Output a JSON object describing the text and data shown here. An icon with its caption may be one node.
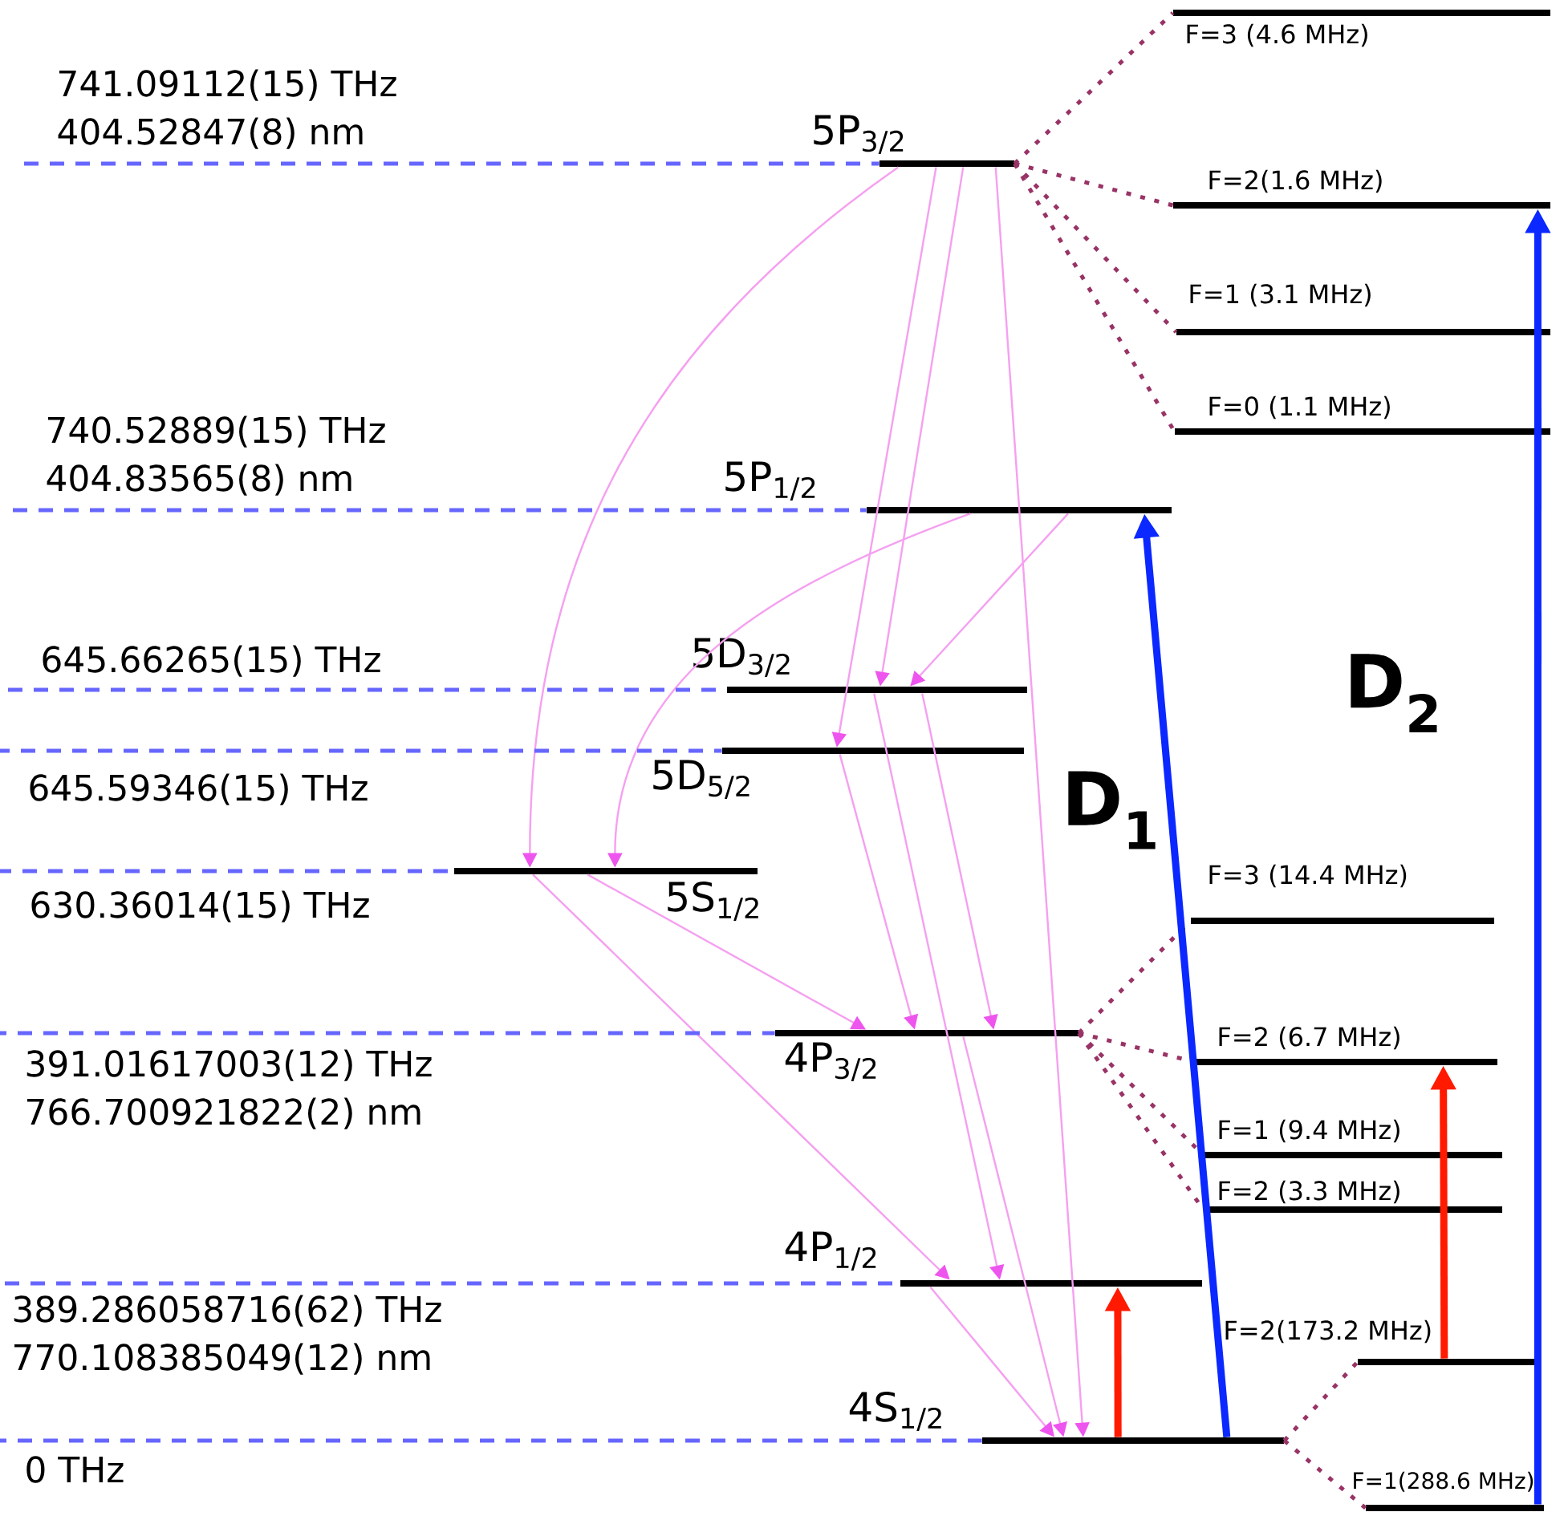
{
  "diagram": {
    "nodes": [
      {
        "text": [
          "5P$_{3/2}$"
        ]
      },
      {
        "text": [
          "5P$_{1/2}$"
        ]
      },
      {
        "text": [
          "5D$_{3/2}$"
        ]
      },
      {
        "text": [
          "5D$_{5/2}$"
        ]
      },
      {
        "text": [
          "5S$_{1/2}$"
        ]
      },
      {
        "text": [
          "4P$_{3/2}$"
        ]
      },
      {
        "text": [
          "4P$_{1/2}$"
        ]
      },
      {
        "text": [
          "4S$_{1/2}$"
        ]
      },
      {
        "text": [
          "F=3 (4.6 MHz)"
        ]
      },
      {
        "text": [
          "F=2(1.6 MHz)"
        ]
      },
      {
        "text": [
          "F=1 (3.1 MHz)"
        ]
      },
      {
        "text": [
          "F=0 (1.1 MHz)"
        ]
      },
      {
        "text": [
          "F=3 (14.4 MHz)"
        ]
      },
      {
        "text": [
          "F=2 (6.7 MHz)"
        ]
      },
      {
        "text": [
          "F=1 (9.4 MHz)"
        ]
      },
      {
        "text": [
          "F=2 (3.3 MHz)"
        ]
      },
      {
        "text": [
          "F=2(173.2 MHz)"
        ]
      },
      {
        "text": [
          "F=1(288.6 MHz)"
        ]
      },
      {
        "text": [
          "741.09112(15) THz",
          "404.52847(8) nm"
        ]
      },
      {
        "text": [
          "740.52889(15) THz",
          "404.83565(8) nm"
        ]
      },
      {
        "text": [
          "645.66265(15) THz"
        ]
      },
      {
        "text": [
          "645.59346(15) THz"
        ]
      },
      {
        "text": [
          "630.36014(15) THz"
        ]
      },
      {
        "text": [
          "391.01617003(12) THz",
          "766.700921822(2) nm"
        ]
      },
      {
        "text": [
          "389.286058716(62) THz",
          "770.108385049(12) nm"
        ]
      },
      {
        "text": [
          "0 THz"
        ]
      }
    ],
    "edges": [
      {
        "from": 0,
        "to": 4,
        "arrow": "to"
      },
      {
        "from": 0,
        "to": 3,
        "arrow": "to"
      },
      {
        "from": 0,
        "to": 2,
        "arrow": "to"
      },
      {
        "from": 0,
        "to": 7,
        "arrow": "to"
      },
      {
        "from": 1,
        "to": 4,
        "arrow": "to"
      },
      {
        "from": 1,
        "to": 2,
        "arrow": "to"
      },
      {
        "from": 3,
        "to": 5,
        "arrow": "to"
      },
      {
        "from": 2,
        "to": 5,
        "arrow": "to"
      },
      {
        "from": 2,
        "to": 6,
        "arrow": "to"
      },
      {
        "from": 4,
        "to": 5,
        "arrow": "to"
      },
      {
        "from": 4,
        "to": 6,
        "arrow": "to"
      },
      {
        "from": 5,
        "to": 7,
        "arrow": "to"
      },
      {
        "from": 6,
        "to": 7,
        "arrow": "to"
      },
      {
        "from": 0,
        "to": 8,
        "arrow": "none",
        "style": "dashed",
        "color": "#993366"
      },
      {
        "from": 0,
        "to": 9,
        "arrow": "none",
        "style": "dashed",
        "color": "#993366"
      },
      {
        "from": 0,
        "to": 10,
        "arrow": "none",
        "style": "dashed",
        "color": "#993366"
      },
      {
        "from": 0,
        "to": 11,
        "arrow": "none",
        "style": "dashed",
        "color": "#993366"
      },
      {
        "from": 5,
        "to": 12,
        "arrow": "none",
        "style": "dashed",
        "color": "#993366"
      },
      {
        "from": 5,
        "to": 13,
        "arrow": "none",
        "style": "dashed",
        "color": "#993366"
      },
      {
        "from": 5,
        "to": 14,
        "arrow": "none",
        "style": "dashed",
        "color": "#993366"
      },
      {
        "from": 5,
        "to": 15,
        "arrow": "none",
        "style": "dashed",
        "color": "#993366"
      },
      {
        "from": 7,
        "to": 16,
        "arrow": "none",
        "style": "dashed",
        "color": "#993366"
      },
      {
        "from": 7,
        "to": 17,
        "arrow": "none",
        "style": "dashed",
        "color": "#993366"
      },
      {
        "from": 7,
        "to": 1,
        "arrow": "to",
        "label": "D$_{1}$",
        "style": "thick",
        "color": "#0a28ff"
      },
      {
        "from": 17,
        "to": 9,
        "arrow": "to",
        "label": "D$_{2}$",
        "style": "thick",
        "color": "#0a28ff"
      },
      {
        "from": 7,
        "to": 6,
        "arrow": "to",
        "style": "thick",
        "color": "#ff1a00"
      },
      {
        "from": 16,
        "to": 13,
        "arrow": "to",
        "style": "thick",
        "color": "#ff1a00"
      },
      {
        "from": 18,
        "to": 0,
        "arrow": "none",
        "style": "dashed",
        "color": "#6666ff"
      },
      {
        "from": 19,
        "to": 1,
        "arrow": "none",
        "style": "dashed",
        "color": "#6666ff"
      },
      {
        "from": 20,
        "to": 2,
        "arrow": "none",
        "style": "dashed",
        "color": "#6666ff"
      },
      {
        "from": 21,
        "to": 3,
        "arrow": "none",
        "style": "dashed",
        "color": "#6666ff"
      },
      {
        "from": 22,
        "to": 4,
        "arrow": "none",
        "style": "dashed",
        "color": "#6666ff"
      },
      {
        "from": 23,
        "to": 5,
        "arrow": "none",
        "style": "dashed",
        "color": "#6666ff"
      },
      {
        "from": 24,
        "to": 6,
        "arrow": "none",
        "style": "dashed",
        "color": "#6666ff"
      },
      {
        "from": 25,
        "to": 7,
        "arrow": "none",
        "style": "dashed",
        "color": "#6666ff"
      }
    ]
  }
}
